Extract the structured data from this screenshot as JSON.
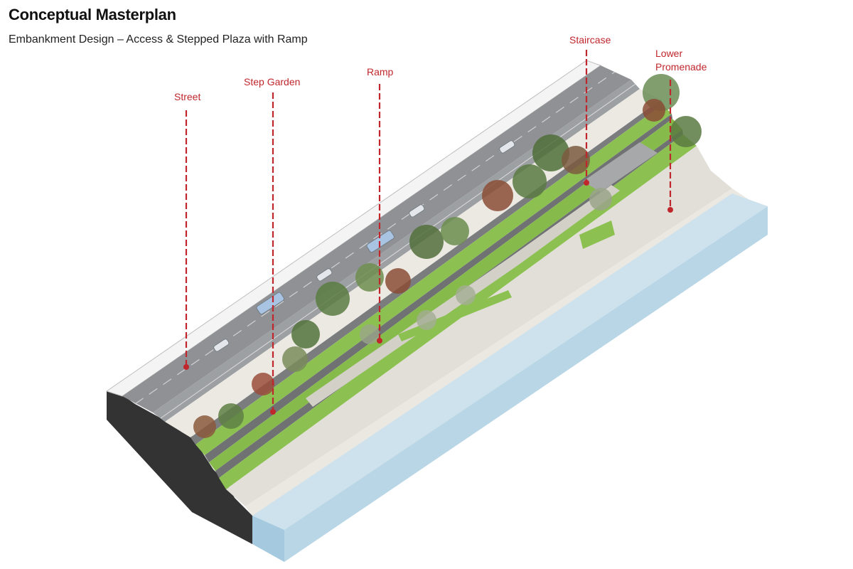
{
  "title": "Conceptual Masterplan",
  "subtitle": "Embankment Design – Access & Stepped Plaza with Ramp",
  "callouts": {
    "street": "Street",
    "step_garden": "Step Garden",
    "ramp": "Ramp",
    "staircase": "Staircase",
    "lower_promenade_1": "Lower",
    "lower_promenade_2": "Promenade"
  },
  "colors": {
    "callout": "#c0272d",
    "road": "#8d8f92",
    "grass": "#8cc152",
    "paving": "#e4e1da",
    "water": "#cfe3ee",
    "section": "#333333"
  }
}
